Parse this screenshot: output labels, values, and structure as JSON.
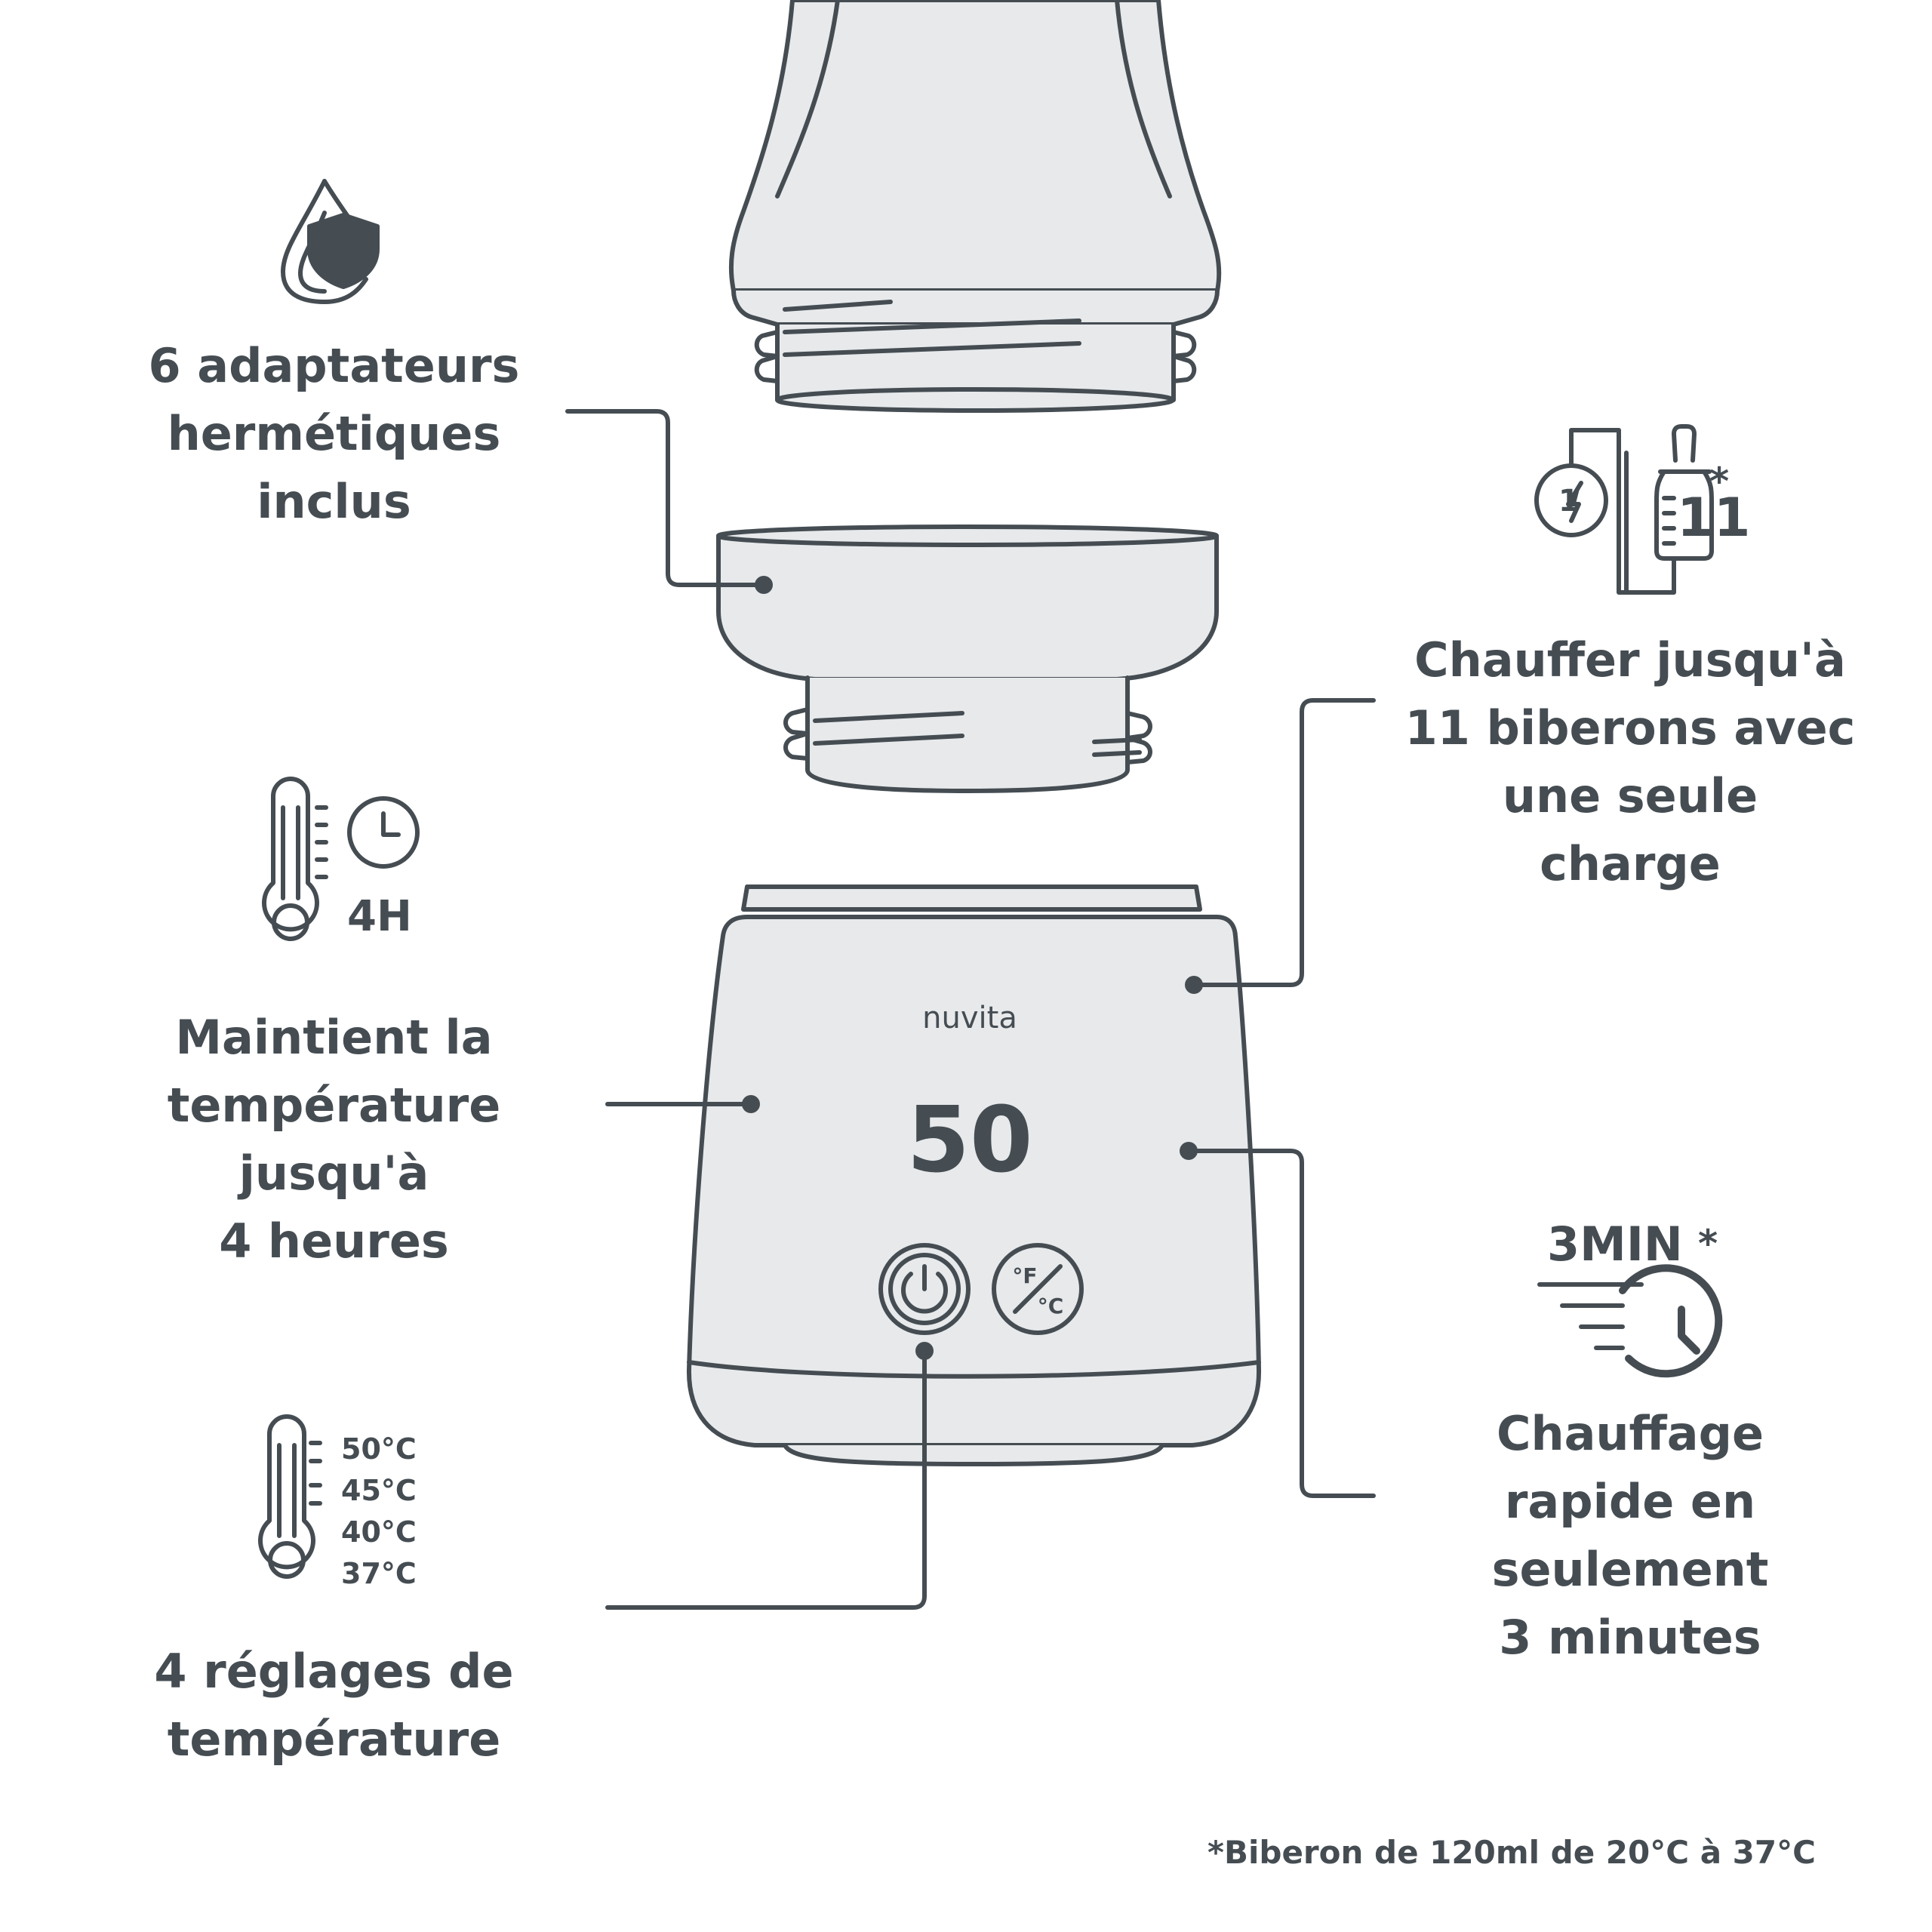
{
  "colors": {
    "ink": "#454d53",
    "fill": "#e7e9eb",
    "background": "#ffffff"
  },
  "features": {
    "adapters": {
      "lines": [
        "6 adaptateurs",
        "hermétiques",
        "inclus"
      ],
      "icon": "drop-shield-icon"
    },
    "keep_warm": {
      "lines": [
        "Maintient la",
        "température",
        "jusqu'à",
        "4 heures"
      ],
      "icon": "thermometer-clock-icon",
      "badge": "4H"
    },
    "settings": {
      "lines": [
        "4 réglages de",
        "température"
      ],
      "icon": "thermometer-scale-icon",
      "temps": [
        "50°C",
        "45°C",
        "40°C",
        "37°C"
      ]
    },
    "battery": {
      "lines": [
        "Chauffer jusqu'à",
        "11 biberons avec",
        "une seule",
        "charge"
      ],
      "icon": "charge-bottle-icon",
      "charge_badge": "1",
      "count": "11",
      "asterisk": "*"
    },
    "fast": {
      "lines": [
        "Chauffage",
        "rapide en",
        "seulement",
        "3 minutes"
      ],
      "icon": "fast-clock-icon",
      "badge": "3MIN",
      "asterisk": "*"
    }
  },
  "device": {
    "brand": "nuvita",
    "display": "50",
    "unit_top": "°F",
    "unit_bottom": "°C"
  },
  "footnote": "*Biberon de 120ml de 20°C à 37°C"
}
